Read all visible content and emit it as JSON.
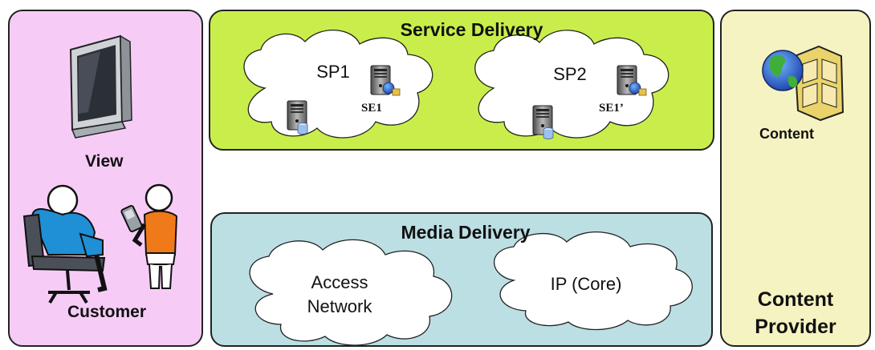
{
  "customer": {
    "view_label": "View",
    "customer_label": "Customer"
  },
  "service_delivery": {
    "title": "Service Delivery",
    "sp1": {
      "name": "SP1",
      "element": "SE1"
    },
    "sp2": {
      "name": "SP2",
      "element": "SE1’"
    }
  },
  "media_delivery": {
    "title": "Media Delivery",
    "access_line1": "Access",
    "access_line2": "Network",
    "core": "IP (Core)"
  },
  "content_provider": {
    "content_label": "Content",
    "provider_line1": "Content",
    "provider_line2": "Provider"
  },
  "colors": {
    "customer_bg": "#f6ccf6",
    "service_bg": "#c9ee4b",
    "media_bg": "#bcdfe3",
    "provider_bg": "#f6f3c2"
  }
}
